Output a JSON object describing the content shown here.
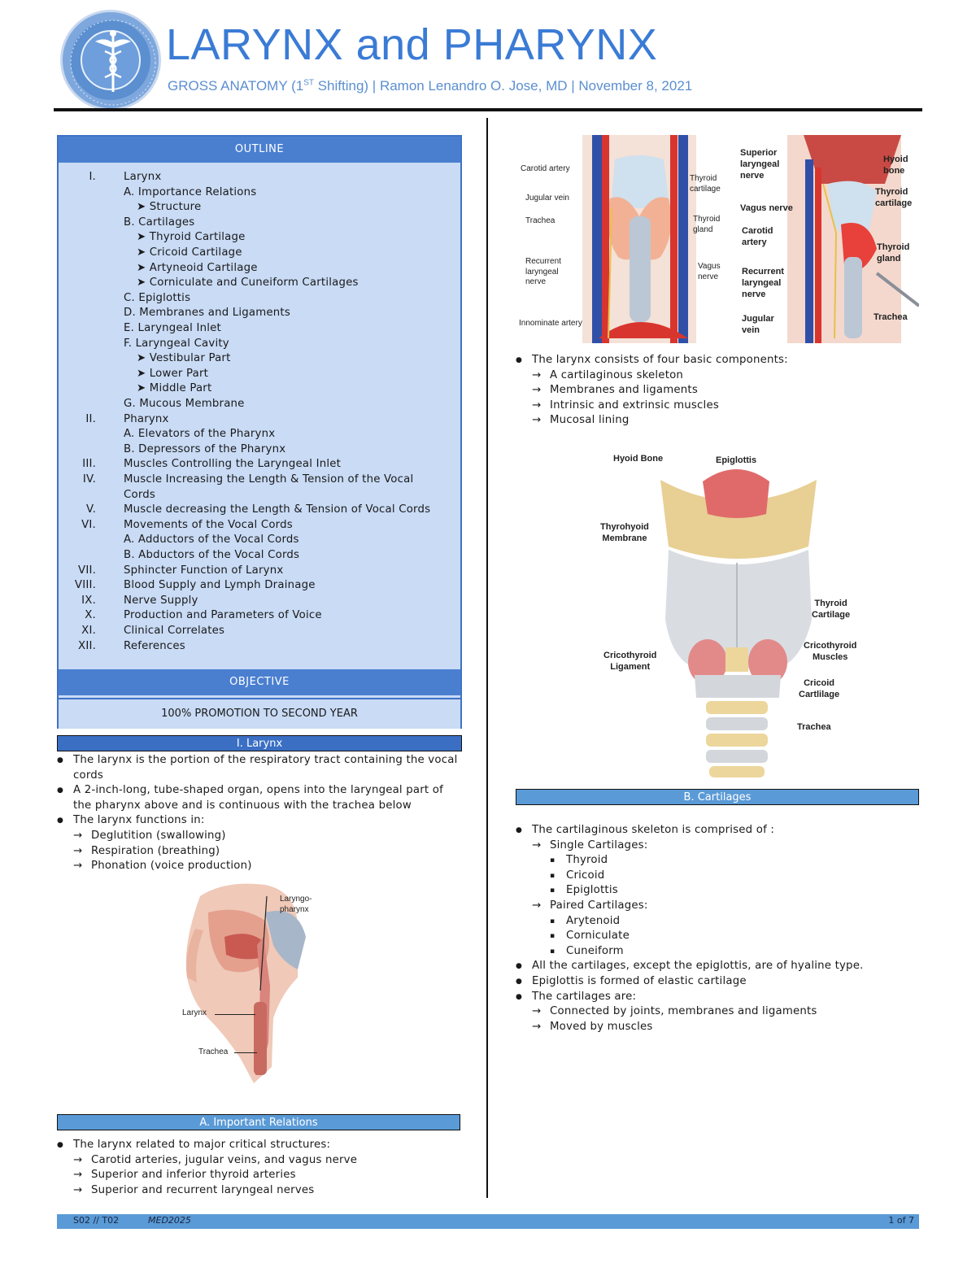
{
  "header": {
    "title": "LARYNX and PHARYNX",
    "subtitle_pre": "GROSS ANATOMY (1",
    "subtitle_sup": "ST",
    "subtitle_post": " Shifting) | Ramon Lenandro O. Jose, MD | November 8, 2021"
  },
  "outline": {
    "heading": "OUTLINE",
    "items": [
      {
        "num": "I.",
        "text": "Larynx"
      },
      {
        "num": "",
        "text": "A.  Importance Relations"
      },
      {
        "num": "",
        "text": "➤ Structure"
      },
      {
        "num": "",
        "text": "B.  Cartilages"
      },
      {
        "num": "",
        "text": "➤ Thyroid Cartilage"
      },
      {
        "num": "",
        "text": "➤ Cricoid Cartilage"
      },
      {
        "num": "",
        "text": "➤ Artyneoid Cartilage"
      },
      {
        "num": "",
        "text": "➤ Corniculate and Cuneiform Cartilages"
      },
      {
        "num": "",
        "text": "C. Epiglottis"
      },
      {
        "num": "",
        "text": "D. Membranes and Ligaments"
      },
      {
        "num": "",
        "text": "E. Laryngeal Inlet"
      },
      {
        "num": "",
        "text": "F. Laryngeal Cavity"
      },
      {
        "num": "",
        "text": "➤ Vestibular Part"
      },
      {
        "num": "",
        "text": "➤ Lower Part"
      },
      {
        "num": "",
        "text": "➤ Middle Part"
      },
      {
        "num": "",
        "text": "G. Mucous Membrane"
      },
      {
        "num": "II.",
        "text": "Pharynx"
      },
      {
        "num": "",
        "text": "A.     Elevators of the Pharynx"
      },
      {
        "num": "",
        "text": "B.     Depressors of the Pharynx"
      },
      {
        "num": "III.",
        "text": "Muscles Controlling the Laryngeal Inlet"
      },
      {
        "num": "IV.",
        "text": "Muscle Increasing the Length & Tension of the Vocal"
      },
      {
        "num": "",
        "text": "Cords"
      },
      {
        "num": "V.",
        "text": "Muscle decreasing the Length & Tension of Vocal Cords"
      },
      {
        "num": "VI.",
        "text": "Movements of the Vocal Cords"
      },
      {
        "num": "",
        "text": "A.  Adductors of the Vocal Cords"
      },
      {
        "num": "",
        "text": "B.  Abductors of the Vocal Cords"
      },
      {
        "num": "VII.",
        "text": "Sphincter Function of Larynx"
      },
      {
        "num": "VIII.",
        "text": "Blood Supply and Lymph Drainage"
      },
      {
        "num": "IX.",
        "text": "Nerve Supply"
      },
      {
        "num": "X.",
        "text": "Production and Parameters of Voice"
      },
      {
        "num": "XI.",
        "text": "Clinical Correlates"
      },
      {
        "num": "XII.",
        "text": "References"
      }
    ]
  },
  "objective": {
    "heading": "OBJECTIVE",
    "text": "100% PROMOTION TO SECOND YEAR"
  },
  "larynx_section": {
    "heading": "I. Larynx",
    "bullet1_l1": "The larynx is the portion of the respiratory tract containing the vocal",
    "bullet1_l2": "cords",
    "bullet2_l1": "A 2-inch-long, tube-shaped organ, opens into the laryngeal part of",
    "bullet2_l2": "the pharynx above and is continuous with the trachea below",
    "bullet3": "The larynx functions in:",
    "functions": [
      "Deglutition (swallowing)",
      "Respiration (breathing)",
      "Phonation (voice production)"
    ]
  },
  "sagittal_figure": {
    "labels": {
      "laryngopharynx": "Laryngo-\npharynx",
      "larynx": "Larynx",
      "trachea": "Trachea"
    }
  },
  "relations_section": {
    "heading": "A.   Important Relations",
    "bullet": "The larynx related to major critical structures:",
    "items": [
      "Carotid arteries, jugular veins, and vagus nerve",
      "Superior and inferior thyroid arteries",
      "Superior and recurrent laryngeal nerves"
    ]
  },
  "neck_figure": {
    "labels": {
      "carotid": "Carotid artery",
      "jugular": "Jugular vein",
      "trachea": "Trachea",
      "recurrent": "Recurrent\nlaryngeal\nnerve",
      "innominate": "Innominate artery",
      "thyroid_cart": "Thyroid\ncartilage",
      "thyroid_gland": "Thyroid\ngland",
      "vagus": "Vagus\nnerve"
    }
  },
  "lateral_figure": {
    "labels": {
      "sup_laryngeal": "Superior\nlaryngeal\nnerve",
      "vagus": "Vagus nerve",
      "carotid": "Carotid\nartery",
      "recurrent": "Recurrent\nlaryngeal\nnerve",
      "jugular": "Jugular\nvein",
      "hyoid": "Hyoid\nbone",
      "thyroid_cart": "Thyroid\ncartilage",
      "thyroid_gland": "Thyroid\ngland",
      "trachea": "Trachea"
    }
  },
  "components": {
    "bullet": "The larynx consists of four basic components:",
    "items": [
      "A cartilaginous skeleton",
      "Membranes and ligaments",
      "Intrinsic and extrinsic muscles",
      "Mucosal lining"
    ]
  },
  "cartilage_figure": {
    "labels": {
      "hyoid": "Hyoid Bone",
      "epiglottis": "Epiglottis",
      "thyrohyoid": "Thyrohyoid\nMembrane",
      "thyroid": "Thyroid\nCartilage",
      "cricothyroid_lig": "Cricothyroid\nLigament",
      "cricothyroid_mus": "Cricothyroid\nMuscles",
      "cricoid": "Cricoid\nCartlilage",
      "trachea": "Trachea"
    }
  },
  "cartilages_section": {
    "heading": "B.    Cartilages",
    "bullet1": "The cartilaginous skeleton is  comprised of :",
    "single_label": "Single Cartilages:",
    "single": [
      "Thyroid",
      "Cricoid",
      "Epiglottis"
    ],
    "paired_label": "Paired Cartilages:",
    "paired": [
      "Arytenoid",
      "Corniculate",
      "Cuneiform"
    ],
    "bullet2": "All the cartilages, except the epiglottis, are of hyaline type.",
    "bullet3": "Epiglottis is formed of elastic cartilage",
    "bullet4": "The cartilages are:",
    "are": [
      "Connected by joints, membranes and ligaments",
      "Moved by muscles"
    ]
  },
  "footer": {
    "left": "S02 // T02",
    "mid": "MED2025",
    "right": "1 of 7"
  },
  "colors": {
    "accent": "#3a7bd5",
    "box": "#c9dbf5",
    "bar": "#3a6fc4"
  },
  "icons": {
    "logo": "caduceus-seal-icon"
  }
}
